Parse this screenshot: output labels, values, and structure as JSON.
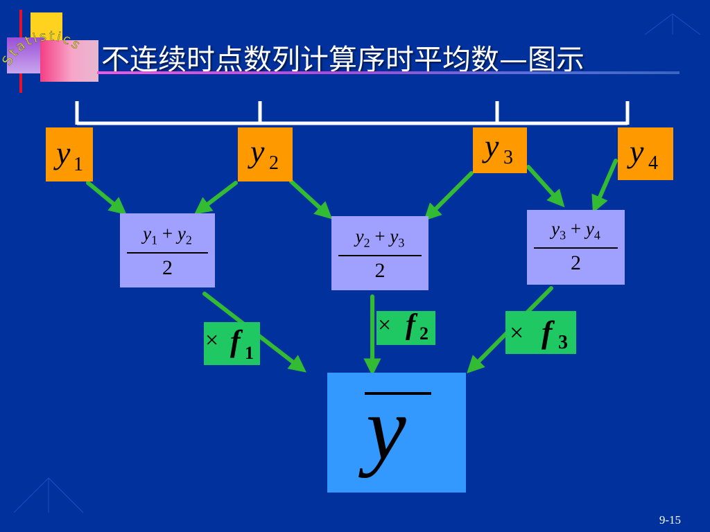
{
  "logo": {
    "text": "Statistics"
  },
  "title": "不连续时点数列计算序时平均数—图示",
  "page_number": "9-15",
  "points": [
    {
      "var": "y",
      "sub": "1"
    },
    {
      "var": "y",
      "sub": "2"
    },
    {
      "var": "y",
      "sub": "3"
    },
    {
      "var": "y",
      "sub": "4"
    }
  ],
  "averages": [
    {
      "var": "y",
      "a": "1",
      "b": "2",
      "op": "+",
      "den": "2"
    },
    {
      "var": "y",
      "a": "2",
      "b": "3",
      "op": "+",
      "den": "2"
    },
    {
      "var": "y",
      "a": "3",
      "b": "4",
      "op": "+",
      "den": "2"
    }
  ],
  "weights": [
    {
      "op": "×",
      "var": "f",
      "sub": "1"
    },
    {
      "op": "×",
      "var": "f",
      "sub": "2"
    },
    {
      "op": "×",
      "var": "f",
      "sub": "3"
    }
  ],
  "result": {
    "var": "y"
  },
  "colors": {
    "background": "#00319c",
    "point_box": "#ff9900",
    "average_box": "#a0a0ff",
    "weight_box": "#20c864",
    "result_box": "#3399ff",
    "arrow": "#33bb33",
    "timeline": "#ffffff"
  }
}
